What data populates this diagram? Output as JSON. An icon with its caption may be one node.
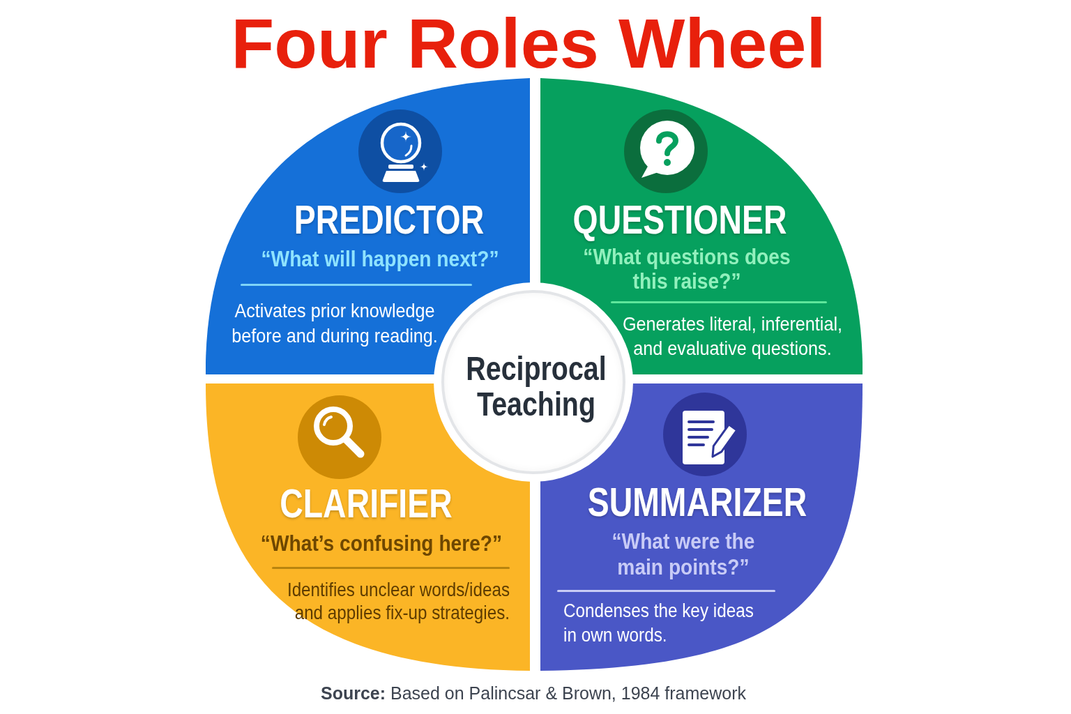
{
  "diagram": {
    "title": "Four Roles Wheel",
    "caption": "**Source:** Based on Palincsar & Brown, 1984 framework",
    "nodes": [
      {
        "text": [
          "PREDICTOR",
          "“What will happen next?”",
          "Activates prior knowledge before and during reading."
        ]
      },
      {
        "text": [
          "QUESTIONER",
          "“What questions does this raise?”",
          "Generates literal, inferential, and evaluative questions."
        ]
      },
      {
        "text": [
          "Reciprocal Teaching"
        ]
      },
      {
        "text": [
          "CLARIFIER",
          "“What’s confusing here?”",
          "Identifies unclear words/ideas and applies fix-up strategies."
        ]
      },
      {
        "text": [
          "SUMMARIZER",
          "“What were the main points?”",
          "Condenses the key ideas in own words."
        ]
      }
    ]
  }
}
